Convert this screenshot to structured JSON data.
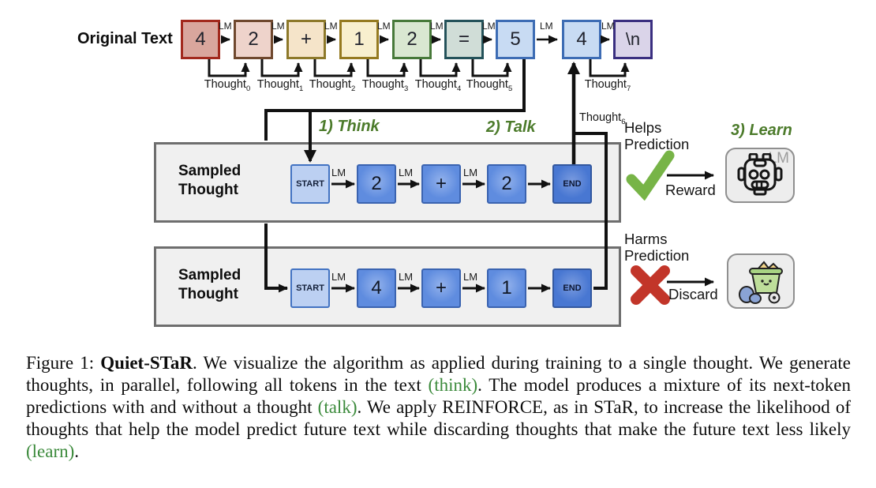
{
  "figure": {
    "original_text_label": "Original Text",
    "lm_label": "LM",
    "tokens": [
      {
        "label": "4",
        "css": {
          "background": "#d9a69d",
          "borderColor": "#a2291d"
        }
      },
      {
        "label": "2",
        "css": {
          "background": "#eed3cb",
          "borderColor": "#6f482e"
        }
      },
      {
        "label": "+",
        "css": {
          "background": "#f5e4c9",
          "borderColor": "#8d792a"
        }
      },
      {
        "label": "1",
        "css": {
          "background": "#f8efce",
          "borderColor": "#957a20"
        }
      },
      {
        "label": "2",
        "css": {
          "background": "#d9e7d1",
          "borderColor": "#47793a"
        }
      },
      {
        "label": "=",
        "css": {
          "background": "#d0ddd7",
          "borderColor": "#24525a"
        }
      },
      {
        "label": "5",
        "css": {
          "background": "#c8dbf3",
          "borderColor": "#3d6cb4"
        }
      },
      {
        "label": "4",
        "css": {
          "background": "#c8dbf3",
          "borderColor": "#3d6cb4"
        }
      },
      {
        "label": "\\n",
        "css": {
          "background": "#dad4e9",
          "borderColor": "#3a2f80"
        }
      }
    ],
    "thought_base": "Thought",
    "thought_subs": [
      "0",
      "1",
      "2",
      "3",
      "4",
      "5",
      "6",
      "7"
    ],
    "step_labels": {
      "think": "1) Think",
      "talk": "2) Talk",
      "learn": "3) Learn"
    },
    "sampled_rows": [
      {
        "name": "Sampled Thought",
        "tokens": [
          "START",
          "2",
          "+",
          "2",
          "END"
        ]
      },
      {
        "name": "Sampled Thought",
        "tokens": [
          "START",
          "4",
          "+",
          "1",
          "END"
        ]
      }
    ],
    "outcomes": {
      "helps": {
        "line1": "Helps",
        "line2": "Prediction",
        "action": "Reward"
      },
      "harms": {
        "line1": "Harms",
        "line2": "Prediction",
        "action": "Discard"
      }
    },
    "robot_lm_label": "LM"
  },
  "caption": {
    "prefix": "Figure 1: ",
    "title_bold": "Quiet-STaR",
    "body1": ". We visualize the algorithm as applied during training to a single thought. We generate thoughts, in parallel, following all tokens in the text ",
    "think": "(think)",
    "body2": ". The model produces a mixture of its next-token predictions with and without a thought ",
    "talk": "(talk)",
    "body3": ". We apply REINFORCE, as in STaR, to increase the likelihood of thoughts that help the model predict future text while discarding thoughts that make the future text less likely ",
    "learn": "(learn)",
    "suffix": "."
  },
  "colors": {
    "step_label_green": "#4c7b2b",
    "caption_green": "#3b8a3b",
    "check_green": "#77b447",
    "cross_red": "#c23529",
    "container_fill": "#f0f0f0",
    "container_border": "#6e6e6e",
    "thought_start_fill": "#bcd0f2",
    "thought_token_fill": "#5f8cdf",
    "thought_end_fill": "#4877d2",
    "thought_border": "#3a63b0",
    "icon_box_fill": "#ededed",
    "icon_box_border": "#8f8f8f",
    "line_color": "#111111"
  }
}
